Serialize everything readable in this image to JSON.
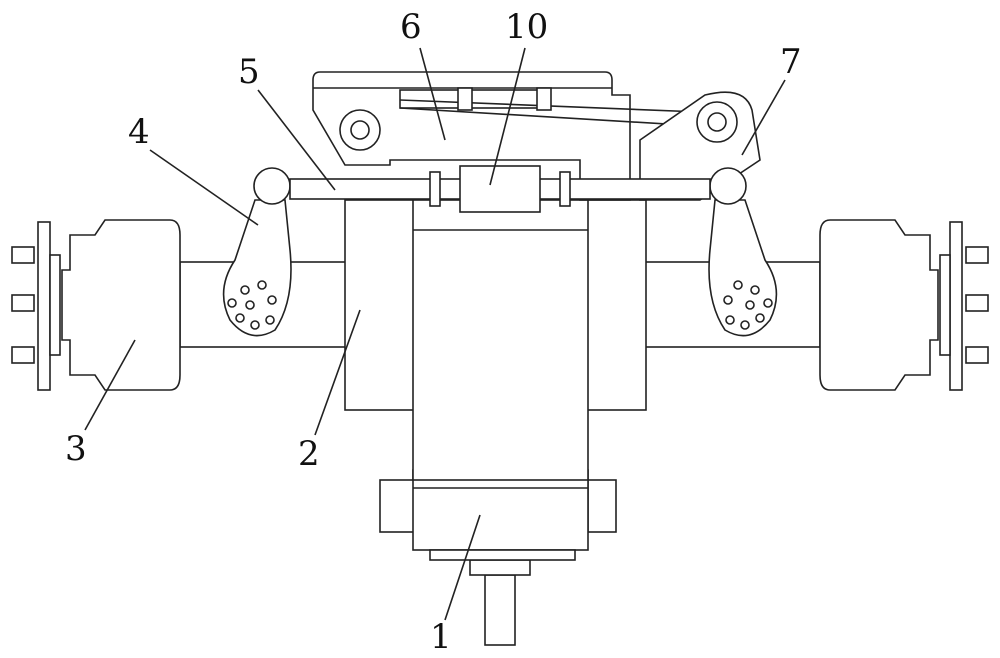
{
  "figure": {
    "labels": {
      "part1": "1",
      "part2": "2",
      "part3": "3",
      "part4": "4",
      "part5": "5",
      "part6": "6",
      "part7": "7",
      "part10": "10"
    }
  }
}
